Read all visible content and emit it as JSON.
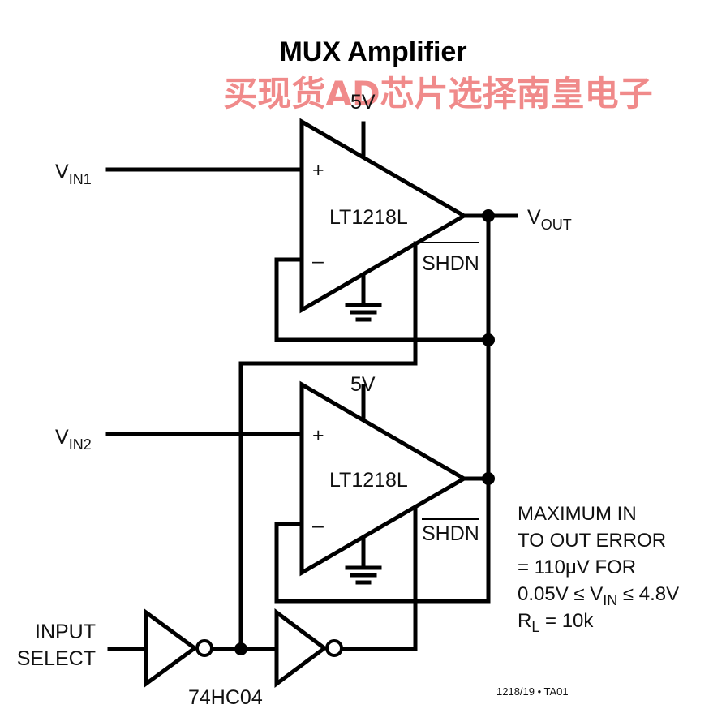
{
  "title": "MUX Amplifier",
  "watermark": "买现货AD芯片选择南皇电子",
  "supply_top": "5V",
  "supply_bottom": "5V",
  "vin1": {
    "main": "V",
    "sub": "IN1"
  },
  "vin2": {
    "main": "V",
    "sub": "IN2"
  },
  "vout": {
    "main": "V",
    "sub": "OUT"
  },
  "amp_top": {
    "name": "LT1218L",
    "plus": "+",
    "minus": "–",
    "shdn": "SHDN"
  },
  "amp_bottom": {
    "name": "LT1218L",
    "plus": "+",
    "minus": "–",
    "shdn": "SHDN"
  },
  "input_select": {
    "line1": "INPUT",
    "line2": "SELECT"
  },
  "inverter_part": "74HC04",
  "note": {
    "line1": "MAXIMUM IN",
    "line2": "TO OUT ERROR",
    "line3": "= 110μV FOR",
    "line4_a": "0.05V ≤ V",
    "line4_sub": "IN",
    "line4_b": " ≤ 4.8V",
    "line5_a": "R",
    "line5_sub": "L",
    "line5_b": " = 10k"
  },
  "figure_id": "1218/19 • TA01"
}
